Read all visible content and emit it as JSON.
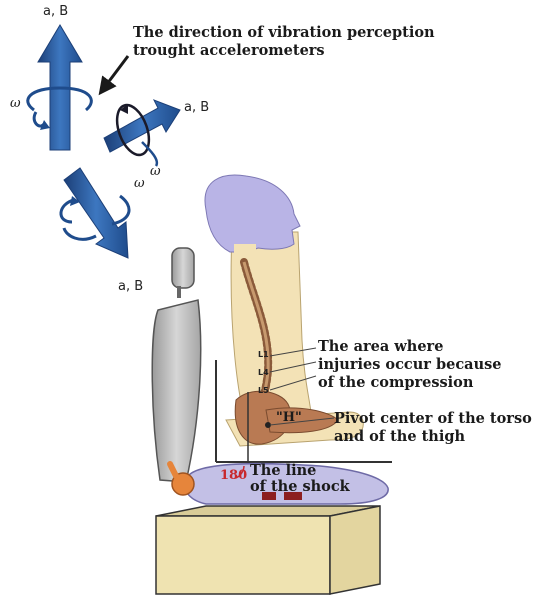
{
  "labels": {
    "vibration_title_line1": "The direction of vibration perception",
    "vibration_title_line2": "trought accelerometers",
    "axis_vertical": "a, B",
    "axis_horizontal": "a, B",
    "axis_diagonal": "a, B",
    "omega_1": "ω",
    "omega_2": "ω",
    "omega_3": "ω",
    "injury_line1": "The area where",
    "injury_line2": "injuries occur because",
    "injury_line3": "of the compression",
    "h_point": "\"H\"",
    "pivot_line1": "Pivot center of the torso",
    "pivot_line2": "and of the thigh",
    "angle": "180",
    "shock_line1": "The line",
    "shock_line2": "of the shock",
    "vertebra_1": "L1",
    "vertebra_2": "L4",
    "vertebra_3": "L5"
  },
  "colors": {
    "arrow_blue": "#2f63a8",
    "arrow_dark": "#1c3f77",
    "skin": "#f3e2b6",
    "head": "#b9b4e6",
    "spine": "#b97a53",
    "seat_gray": "#c8c8c8",
    "seat_dark": "#8f8f8f",
    "base_tan": "#efe3b1",
    "cushion": "#c3c0e6",
    "knob": "#e6853b",
    "angle_red": "#c8282d"
  }
}
